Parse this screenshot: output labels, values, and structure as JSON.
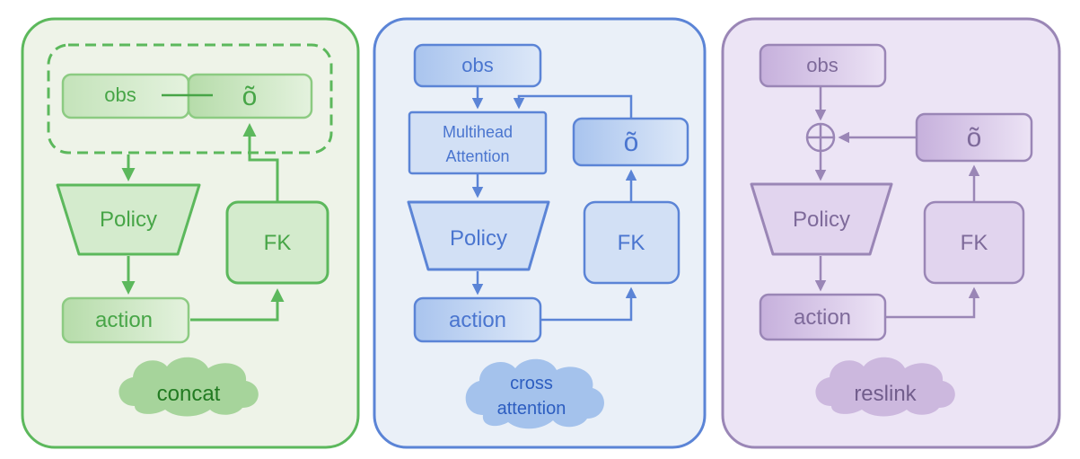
{
  "panels": [
    {
      "id": "concat",
      "colors": {
        "border": "#5cb85c",
        "bg": "#eef3e8",
        "fill": "#d4ebcd",
        "fill_dark": "#b5dca9",
        "text": "#47a547",
        "cloud": "#a6d49b",
        "cloud_text": "#217a21"
      },
      "obs": "obs",
      "o_tilde": "õ",
      "policy": "Policy",
      "fk": "FK",
      "action": "action",
      "cloud_label": [
        "concat"
      ]
    },
    {
      "id": "cross-attention",
      "colors": {
        "border": "#5b84d6",
        "bg": "#eaf0f8",
        "fill": "#d2e0f5",
        "fill_dark": "#a5c1ec",
        "text": "#4a75cf",
        "cloud": "#a4c2ec",
        "cloud_text": "#2c5dc0"
      },
      "obs": "obs",
      "attention": [
        "Multihead",
        "Attention"
      ],
      "o_tilde": "õ",
      "policy": "Policy",
      "fk": "FK",
      "action": "action",
      "cloud_label": [
        "cross",
        "attention"
      ]
    },
    {
      "id": "reslink",
      "colors": {
        "border": "#9a86b6",
        "bg": "#ece4f5",
        "fill": "#e1d4ee",
        "fill_dark": "#c9b4de",
        "text": "#7e6a9a",
        "cloud": "#ccb8de",
        "cloud_text": "#715d8c"
      },
      "obs": "obs",
      "plus": "⊕",
      "o_tilde": "õ",
      "policy": "Policy",
      "fk": "FK",
      "action": "action",
      "cloud_label": [
        "reslink"
      ]
    }
  ]
}
